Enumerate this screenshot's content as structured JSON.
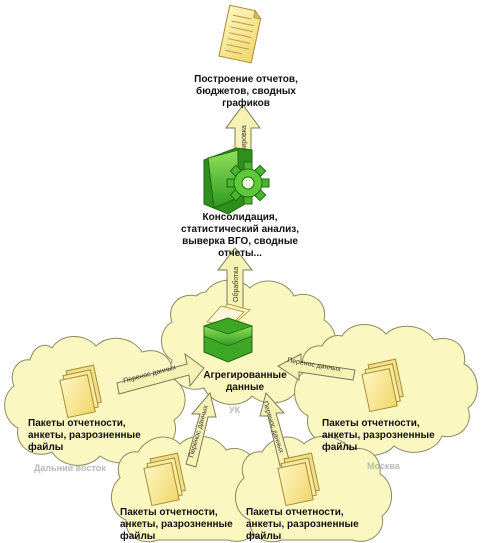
{
  "colors": {
    "cloud_fill": "#fbf7c0",
    "cloud_stroke": "#8e8a60",
    "arrow_fill": "#f6f2b4",
    "arrow_stroke": "#7c7a5c",
    "document_fill": "#f8e58a",
    "folder_green": "#49b82c",
    "region_label": "#b9b9b9"
  },
  "nodes": {
    "report": "Построение отчетов, бюджетов, сводных графиков",
    "consolidation": "Консолидация, статистический анализ, выверка ВГО, сводные отчеты...",
    "aggregated": "Агрегированные данные",
    "package_far_east": "Пакеты отчетности, анкеты, разрозненные файлы",
    "package_moscow": "Пакеты отчетности, анкеты, разрозненные файлы",
    "package_bottom_left": "Пакеты отчетности, анкеты, разрозненные файлы",
    "package_bottom_right": "Пакеты отчетности, анкеты, разрозненные файлы"
  },
  "regions": {
    "uk": "УК",
    "far_east": "Дальний восток",
    "moscow": "Москва"
  },
  "arrows": {
    "grouping": "Группировка",
    "processing": "Обработка",
    "transfer_left": "Перенос данных",
    "transfer_right": "Перенос данных",
    "transfer_bottom_left": "Перенос данных",
    "transfer_bottom_right": "Перенос данных"
  },
  "icons": {
    "report": "document-icon",
    "consolidation": "gear-folder-icon",
    "aggregated": "folder-icon",
    "packages": "documents-stack-icon"
  }
}
